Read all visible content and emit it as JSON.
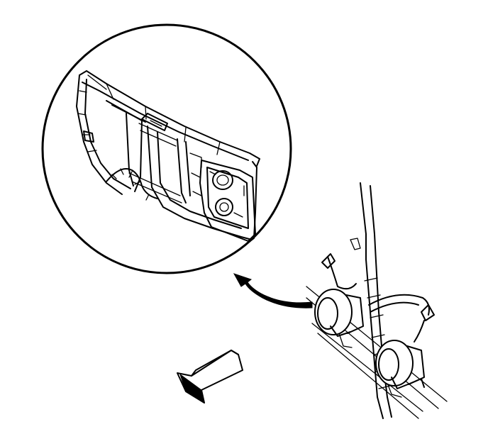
{
  "diagram": {
    "background_color": "#ffffff",
    "line_color": "#000000",
    "callout": {
      "shape": "circle",
      "content": "radiator-support-panel"
    },
    "components": [
      "radiator-support-panel",
      "headlamp-opening",
      "wiring-harness",
      "horn-left",
      "horn-right",
      "horn-mounting-bracket"
    ],
    "indicators": [
      {
        "name": "callout-arrow",
        "icon": "curved-arrow-icon"
      },
      {
        "name": "vehicle-front-arrow",
        "icon": "block-arrow-icon"
      }
    ]
  }
}
